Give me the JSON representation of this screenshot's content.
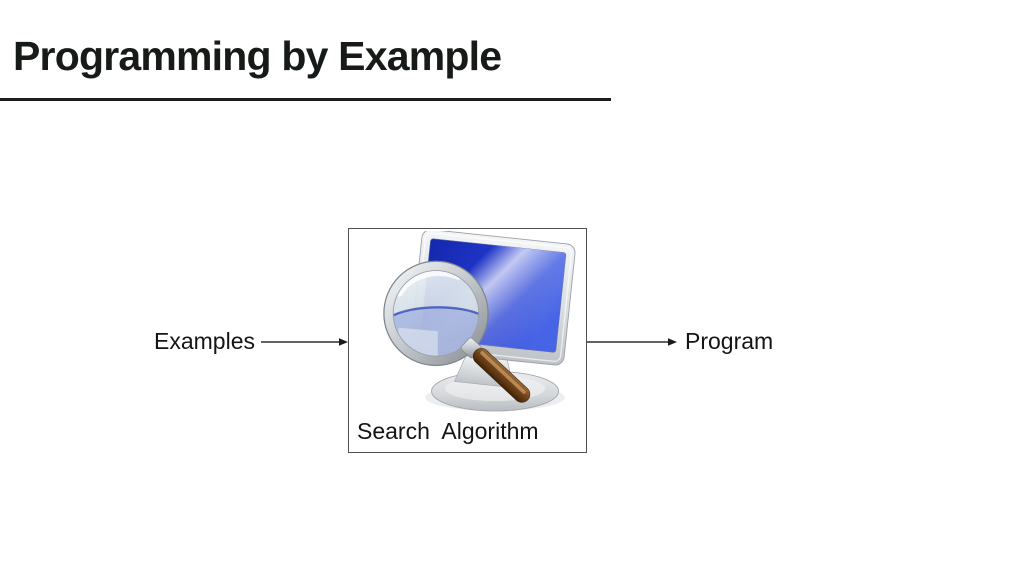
{
  "slide": {
    "title": "Programming by Example"
  },
  "diagram": {
    "input_label": "Examples",
    "box_label": "Search  Algorithm",
    "output_label": "Program",
    "flow": [
      "Examples",
      "Search Algorithm",
      "Program"
    ]
  },
  "icons": {
    "box_icon": "search-computer-icon",
    "box_icon_description": "magnifying glass over a computer monitor"
  },
  "colors": {
    "background": "#ffffff",
    "title_text": "#171b18",
    "title_rule": "#1d1d1d",
    "body_text": "#141414",
    "arrow": "#2e2e2e",
    "box_border": "#4f4f4f",
    "screen_blue": "#2138cd",
    "handle_brown": "#7a4a1f",
    "silver": "#c9cdd1"
  }
}
